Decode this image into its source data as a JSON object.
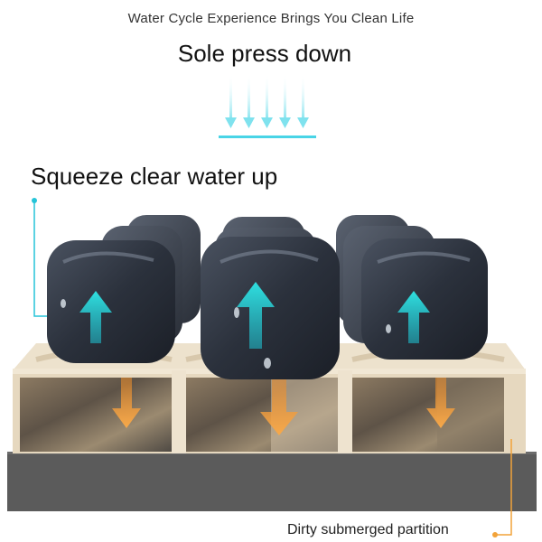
{
  "tagline": "Water Cycle Experience Brings You Clean Life",
  "press_title": "Sole press down",
  "squeeze_title": "Squeeze clear water up",
  "dirty_caption": "Dirty submerged partition",
  "colors": {
    "press_arrows": "#8fe7f2",
    "up_arrows": "#27d3d6",
    "down_arrows": "#f6a640",
    "callout_cyan": "#25c4d8",
    "callout_orange": "#f2a33a",
    "frame": "#e9dcc5",
    "base": "#5b5b5b",
    "pillar": "#2d3440"
  },
  "icons": [
    "down-arrow-icon",
    "up-arrow-icon"
  ]
}
